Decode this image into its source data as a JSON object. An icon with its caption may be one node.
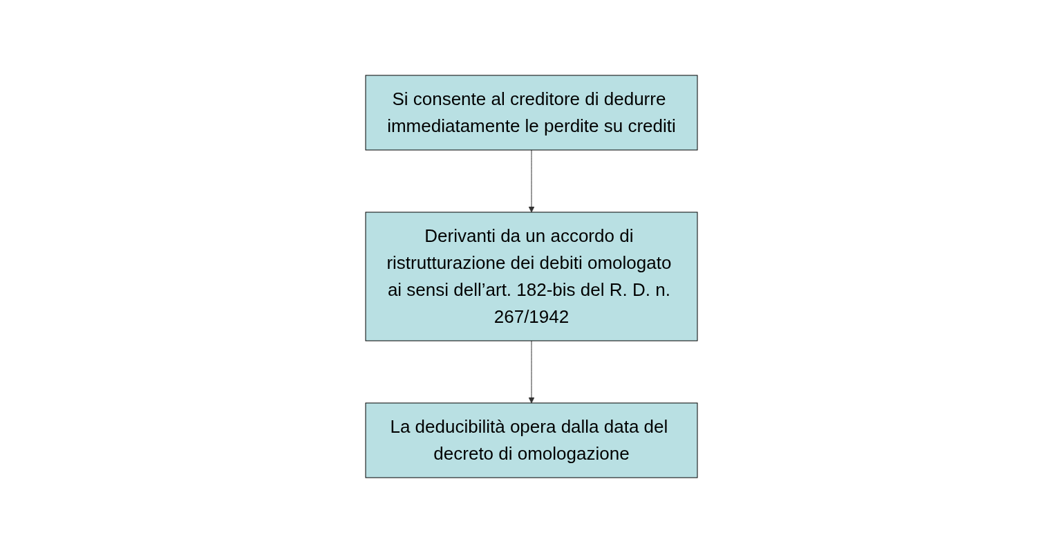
{
  "diagram": {
    "nodes": [
      {
        "text": [
          "Si consente al creditore di dedurre immediatamente le perdite su crediti"
        ]
      },
      {
        "text": [
          "Derivanti da un accordo di ristrutturazione dei debiti omologato ai sensi dell’art. 182-bis del R. D. n. 267/1942"
        ]
      },
      {
        "text": [
          "La deducibilità opera dalla data del decreto di omologazione"
        ]
      }
    ],
    "edges": [
      {
        "from": 0,
        "to": 1,
        "arrow": "to"
      },
      {
        "from": 1,
        "to": 2,
        "arrow": "to"
      }
    ]
  }
}
